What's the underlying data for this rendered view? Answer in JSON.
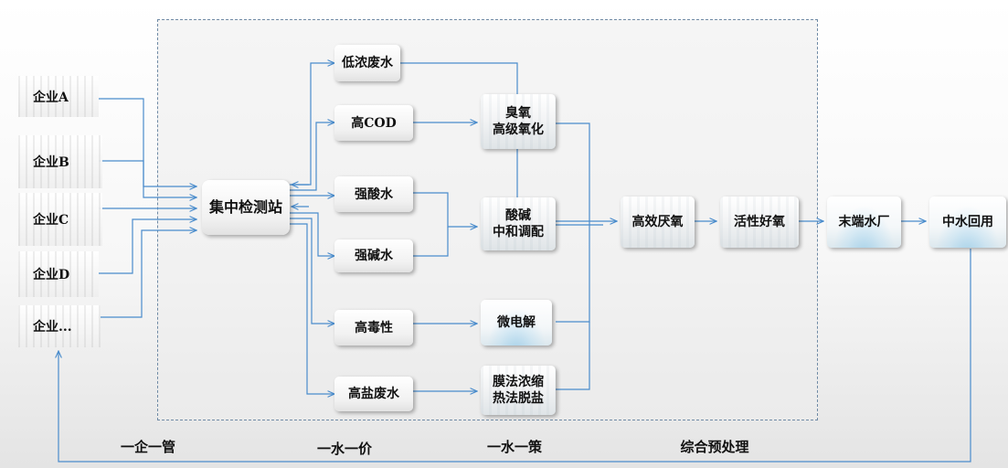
{
  "companies": [
    "企业A",
    "企业B",
    "企业C",
    "企业D",
    "企业..."
  ],
  "center": "集中检测站",
  "streams": [
    "低浓废水",
    "高COD",
    "强酸水",
    "强碱水",
    "高毒性",
    "高盐废水"
  ],
  "pretreatment": {
    "ozone": [
      "臭氧",
      "高级氧化"
    ],
    "neutral": [
      "酸碱",
      "中和调配"
    ],
    "micro": "微电解",
    "membrane": [
      "膜法浓缩",
      "热法脱盐"
    ]
  },
  "main_line": [
    "高效厌氧",
    "活性好氧",
    "末端水厂",
    "中水回用"
  ],
  "stage_labels": [
    "一企一管",
    "一水一价",
    "一水一策",
    "综合预处理"
  ],
  "colors": {
    "arrow": "#4a8ccc",
    "region_border": "#6f8aa5"
  }
}
